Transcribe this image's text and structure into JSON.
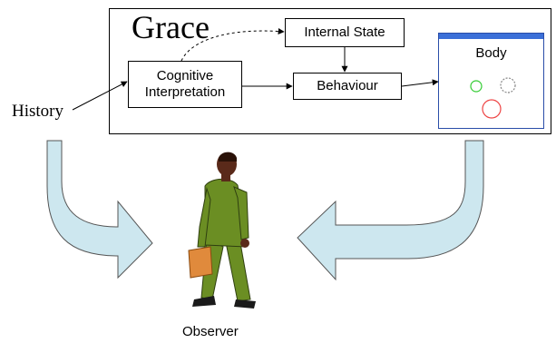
{
  "diagram": {
    "title": "Grace",
    "nodes": {
      "internal_state": "Internal State",
      "cognitive_interpretation": "Cognitive\nInterpretation",
      "behaviour": "Behaviour",
      "body": "Body"
    },
    "history_label": "History",
    "observer_label": "Observer",
    "colors": {
      "arrow_fill": "#cde7ef",
      "arrow_stroke": "#555555",
      "window_border": "#2a4da8",
      "green_circle": "#33cc33",
      "gray_circle": "#888888",
      "red_circle": "#ee4444",
      "figure_green": "#6b8e23",
      "figure_skin": "#5a2a1a",
      "bag": "#e08a3c"
    }
  }
}
